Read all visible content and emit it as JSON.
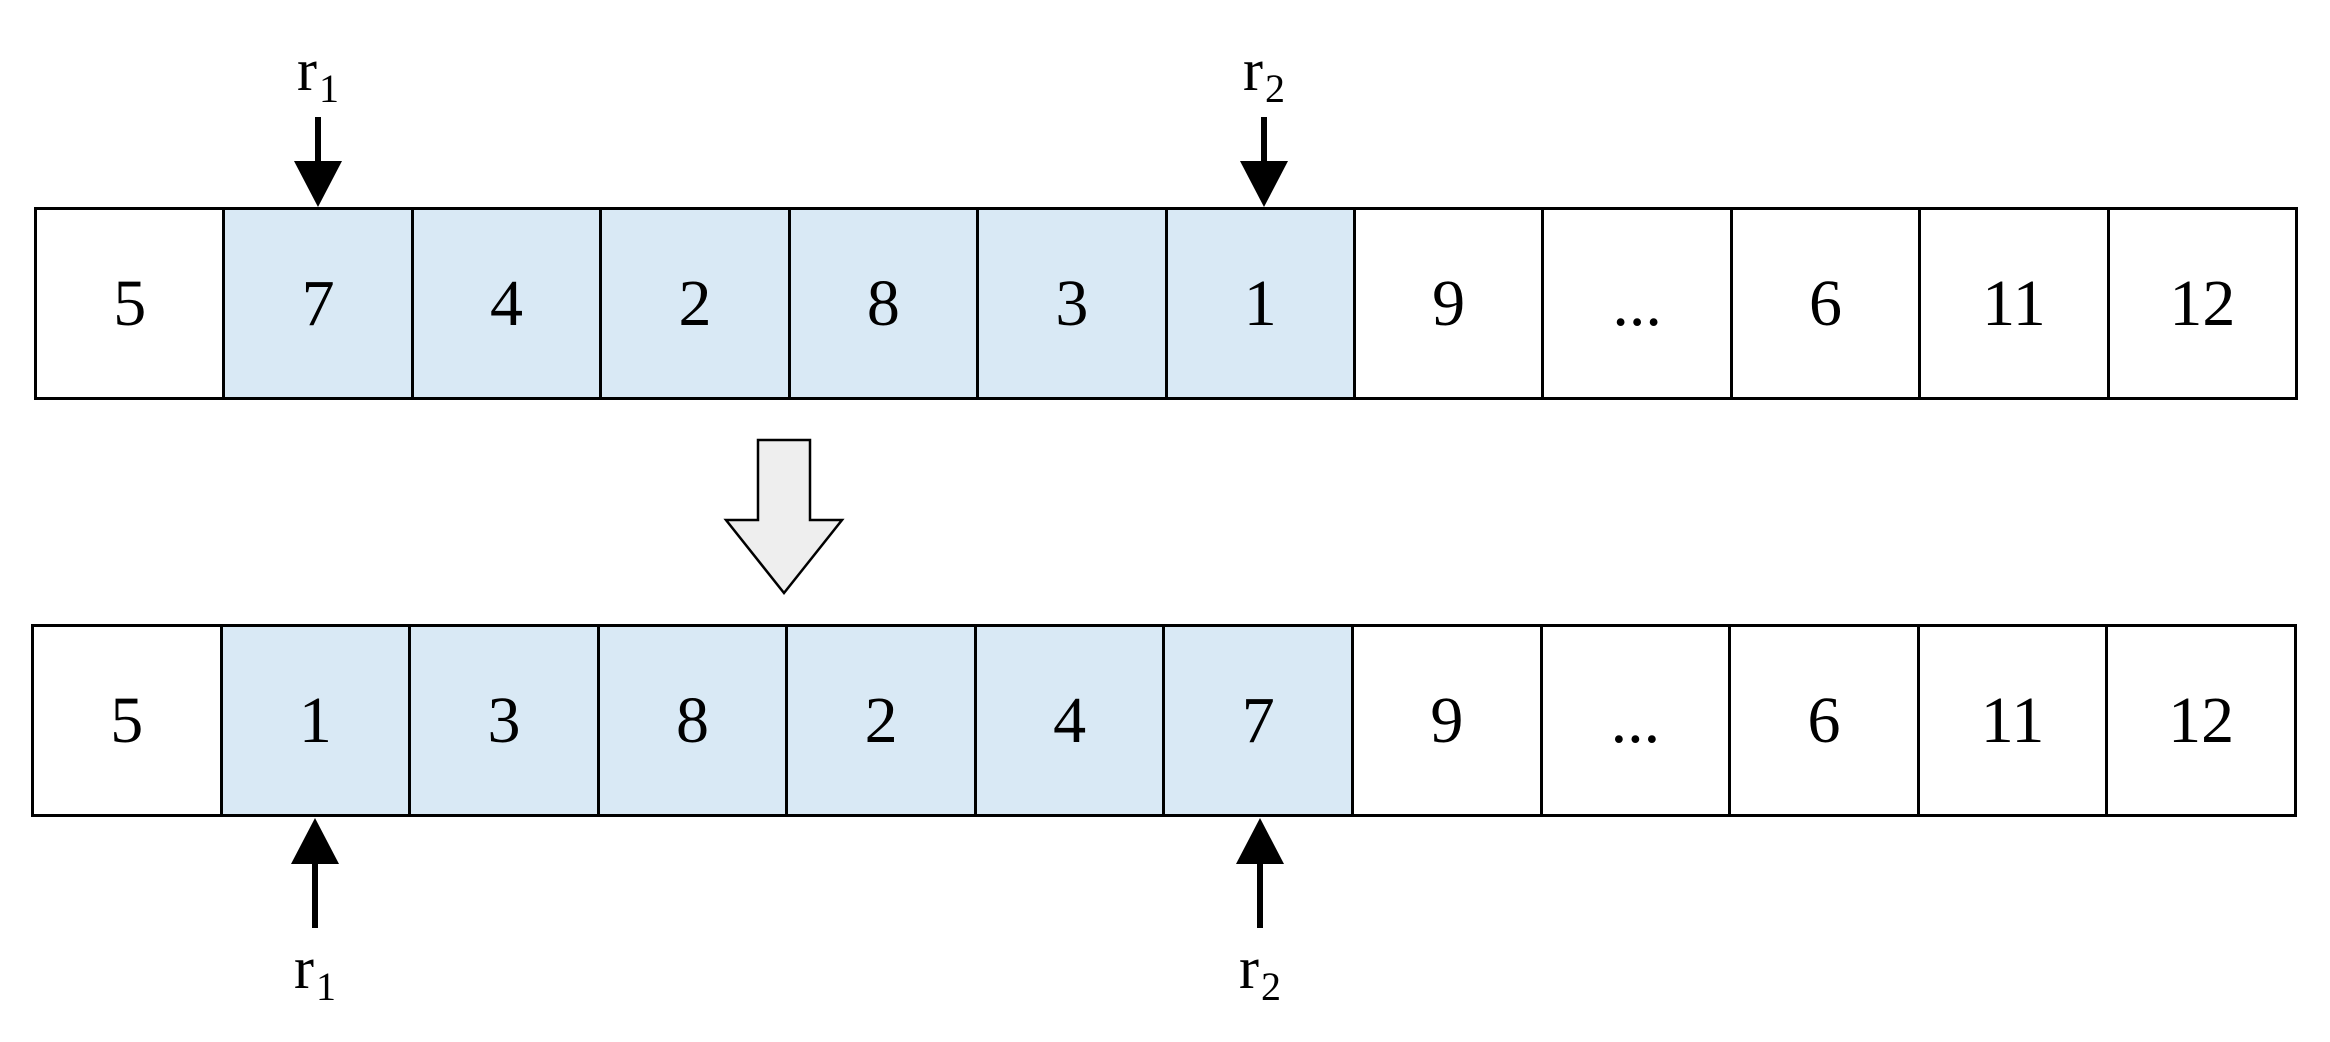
{
  "top_row": {
    "cells": [
      {
        "value": "5",
        "highlighted": false
      },
      {
        "value": "7",
        "highlighted": true
      },
      {
        "value": "4",
        "highlighted": true
      },
      {
        "value": "2",
        "highlighted": true
      },
      {
        "value": "8",
        "highlighted": true
      },
      {
        "value": "3",
        "highlighted": true
      },
      {
        "value": "1",
        "highlighted": true
      },
      {
        "value": "9",
        "highlighted": false
      },
      {
        "value": "...",
        "highlighted": false
      },
      {
        "value": "6",
        "highlighted": false
      },
      {
        "value": "11",
        "highlighted": false
      },
      {
        "value": "12",
        "highlighted": false
      }
    ],
    "pointers": [
      {
        "base": "r",
        "sub": "1"
      },
      {
        "base": "r",
        "sub": "2"
      }
    ]
  },
  "bottom_row": {
    "cells": [
      {
        "value": "5",
        "highlighted": false
      },
      {
        "value": "1",
        "highlighted": true
      },
      {
        "value": "3",
        "highlighted": true
      },
      {
        "value": "8",
        "highlighted": true
      },
      {
        "value": "2",
        "highlighted": true
      },
      {
        "value": "4",
        "highlighted": true
      },
      {
        "value": "7",
        "highlighted": true
      },
      {
        "value": "9",
        "highlighted": false
      },
      {
        "value": "...",
        "highlighted": false
      },
      {
        "value": "6",
        "highlighted": false
      },
      {
        "value": "11",
        "highlighted": false
      },
      {
        "value": "12",
        "highlighted": false
      }
    ],
    "pointers": [
      {
        "base": "r",
        "sub": "1"
      },
      {
        "base": "r",
        "sub": "2"
      }
    ]
  },
  "colors": {
    "highlight": "#d9e9f5",
    "border": "#000000",
    "transition_arrow_fill": "#eeeeee"
  }
}
